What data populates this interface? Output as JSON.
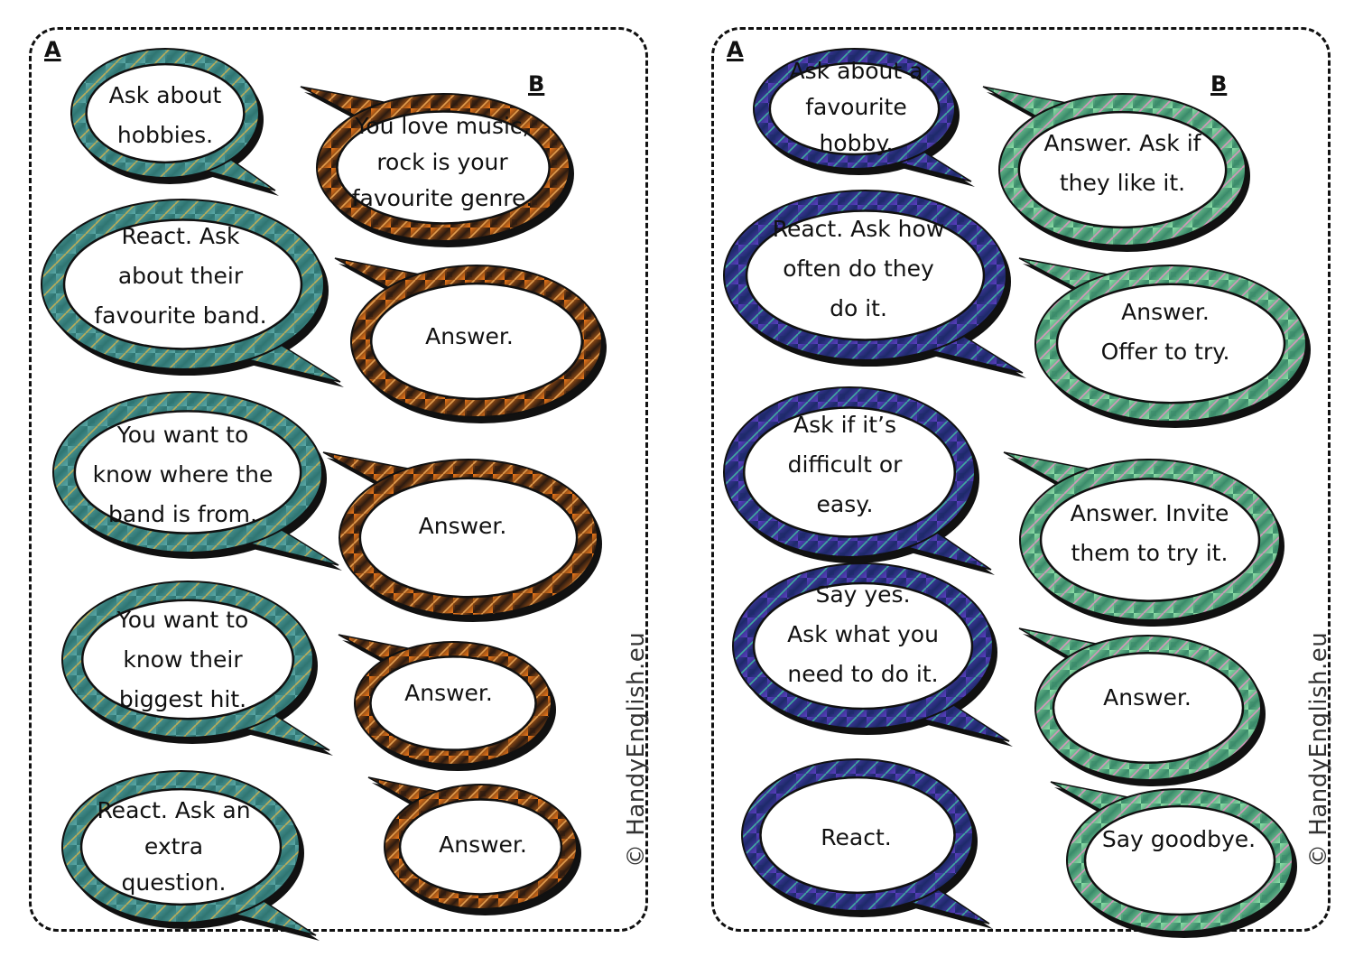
{
  "cards": [
    {
      "role_a_label": "A",
      "role_b_label": "B",
      "theme": {
        "a_ring": "#5ba8a6",
        "a_ring_dark": "#2f7572",
        "a_accent": "#d8b34a",
        "b_ring": "#f07a1a",
        "b_ring_dark": "#2b1a10",
        "b_accent": "#f5b05c"
      },
      "a_prompts": [
        "Ask about\nhobbies.",
        "React. Ask\nabout their\nfavourite band.",
        "You want to\nknow where the\nband is from.",
        "You want to\nknow their\nbiggest hit.",
        "React. Ask an\nextra\nquestion."
      ],
      "b_prompts": [
        "You love music,\nrock is your\nfavourite genre.",
        "Answer.",
        "Answer.",
        "Answer.",
        "Answer."
      ],
      "watermark": "© HandyEnglish.eu"
    },
    {
      "role_a_label": "A",
      "role_b_label": "B",
      "theme": {
        "a_ring": "#5a3fc0",
        "a_ring_dark": "#1d2a6a",
        "a_accent": "#3fc7a0",
        "b_ring": "#8fe0a8",
        "b_ring_dark": "#3a8a6a",
        "b_accent": "#f08cc8"
      },
      "a_prompts": [
        "Ask about a\nfavourite\nhobby.",
        "React. Ask how\noften do they\ndo it.",
        "Ask if it’s\ndifficult or\neasy.",
        "Say yes.\nAsk what you\nneed to do it.",
        "React."
      ],
      "b_prompts": [
        "Answer. Ask if\nthey like it.",
        "Answer.\nOffer to try.",
        "Answer. Invite\nthem to try it.",
        "Answer.",
        "Say goodbye."
      ],
      "watermark": "© HandyEnglish.eu"
    }
  ]
}
